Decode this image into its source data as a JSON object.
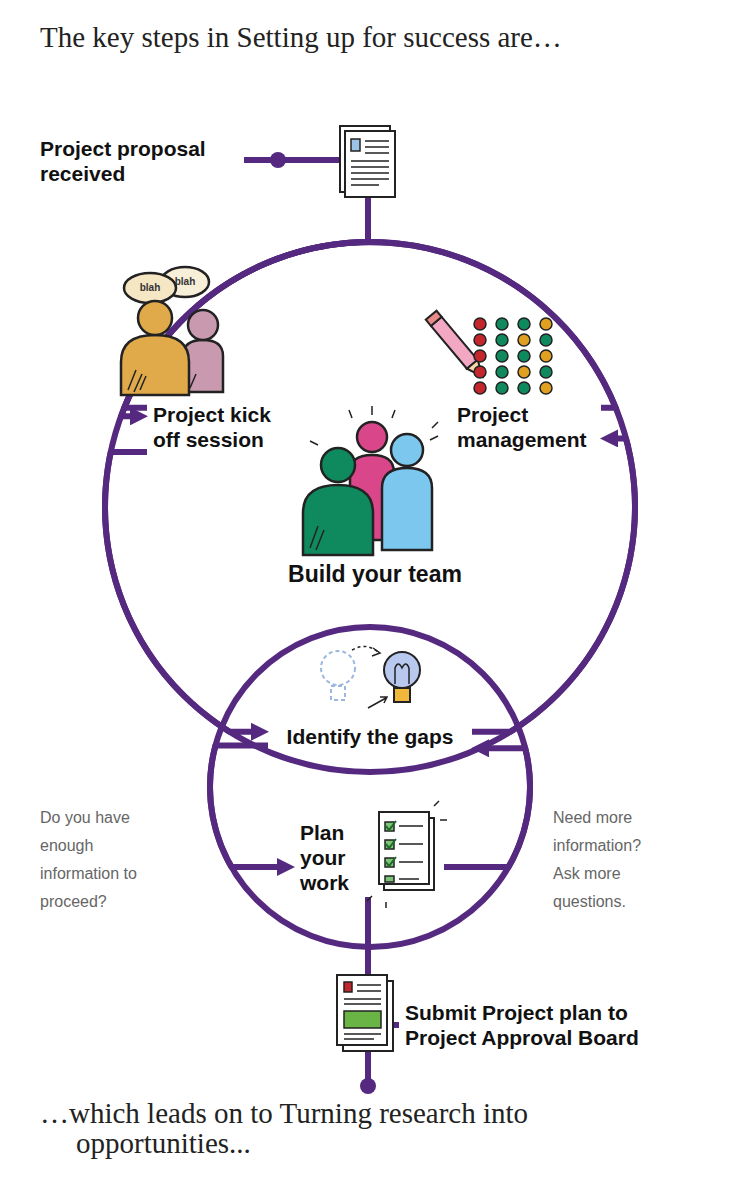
{
  "diagram": {
    "title": "The key steps in Setting up for success are…",
    "caption": "…which leads on to Turning research into opportunities...",
    "nodes": [
      {
        "text": [
          "Project proposal received"
        ]
      },
      {
        "text": [
          "Project kick off session"
        ]
      },
      {
        "text": [
          "Build your team"
        ]
      },
      {
        "text": [
          "Project management"
        ]
      },
      {
        "text": [
          "Identify the gaps"
        ]
      },
      {
        "text": [
          "Plan your work"
        ]
      },
      {
        "text": [
          "Submit Project plan to Project Approval Board"
        ]
      }
    ],
    "edges": [
      {
        "from": 0,
        "to": 1,
        "arrow": "none"
      },
      {
        "from": 1,
        "to": 4,
        "arrow": "to"
      },
      {
        "from": 4,
        "to": 3,
        "arrow": "to"
      },
      {
        "from": 3,
        "to": 1,
        "arrow": "to"
      },
      {
        "from": 4,
        "to": 5,
        "arrow": "to",
        "label": "Do you have enough information to proceed?"
      },
      {
        "from": 5,
        "to": 4,
        "arrow": "to",
        "label": "Need more information? Ask more questions."
      },
      {
        "from": 5,
        "to": 6,
        "arrow": "none"
      }
    ],
    "labels": [
      "blah",
      "blah"
    ]
  }
}
